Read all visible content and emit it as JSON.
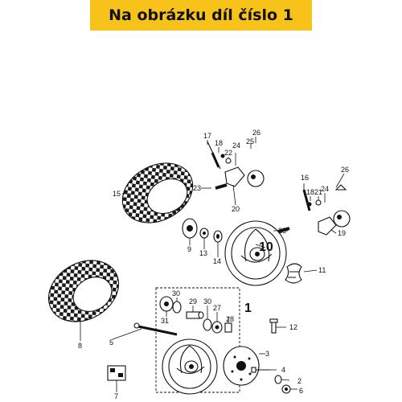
{
  "banner": {
    "text": "Na obrázku díl číslo 1",
    "color": "#f7c31b"
  },
  "callouts": {
    "c1": "1",
    "c2": "2",
    "c3": "3",
    "c4": "4",
    "c5": "5",
    "c6": "6",
    "c7": "7",
    "c8": "8",
    "c9": "9",
    "c10": "10",
    "c11": "11",
    "c12": "12",
    "c13": "13",
    "c14": "14",
    "c15": "15",
    "c16": "16",
    "c17": "17",
    "c18a": "18",
    "c18b": "18",
    "c19": "19",
    "c20": "20",
    "c21": "21",
    "c22": "22",
    "c23a": "23",
    "c23b": "23",
    "c24a": "24",
    "c24b": "24",
    "c25": "25",
    "c26a": "26",
    "c26b": "26",
    "c27": "27",
    "c28": "28",
    "c29": "29",
    "c30a": "30",
    "c30b": "30",
    "c31": "31"
  }
}
